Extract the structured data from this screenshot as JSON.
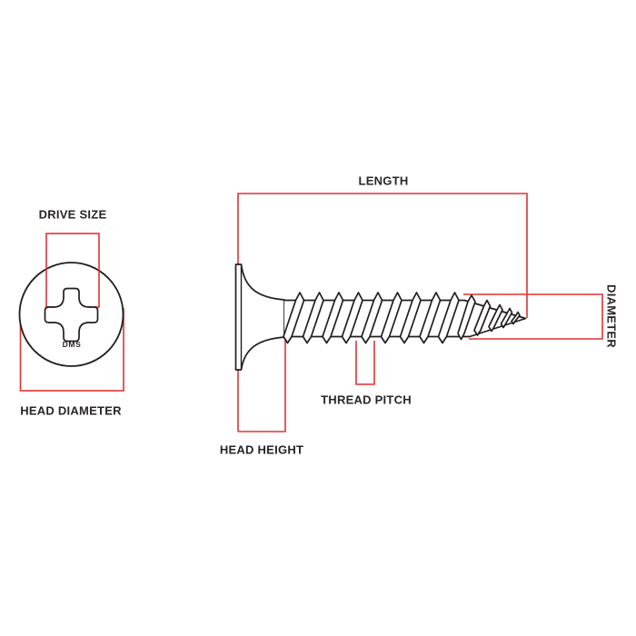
{
  "colors": {
    "annotation_red": "#e03232",
    "outline_black": "#221d1e",
    "background": "#ffffff"
  },
  "front_view": {
    "drive_size_label": "DRIVE SIZE",
    "head_diameter_label": "HEAD DIAMETER",
    "drive_marking": "DMS"
  },
  "side_view": {
    "length_label": "LENGTH",
    "diameter_label": "DIAMETER",
    "thread_pitch_label": "THREAD PITCH",
    "head_height_label": "HEAD HEIGHT"
  }
}
